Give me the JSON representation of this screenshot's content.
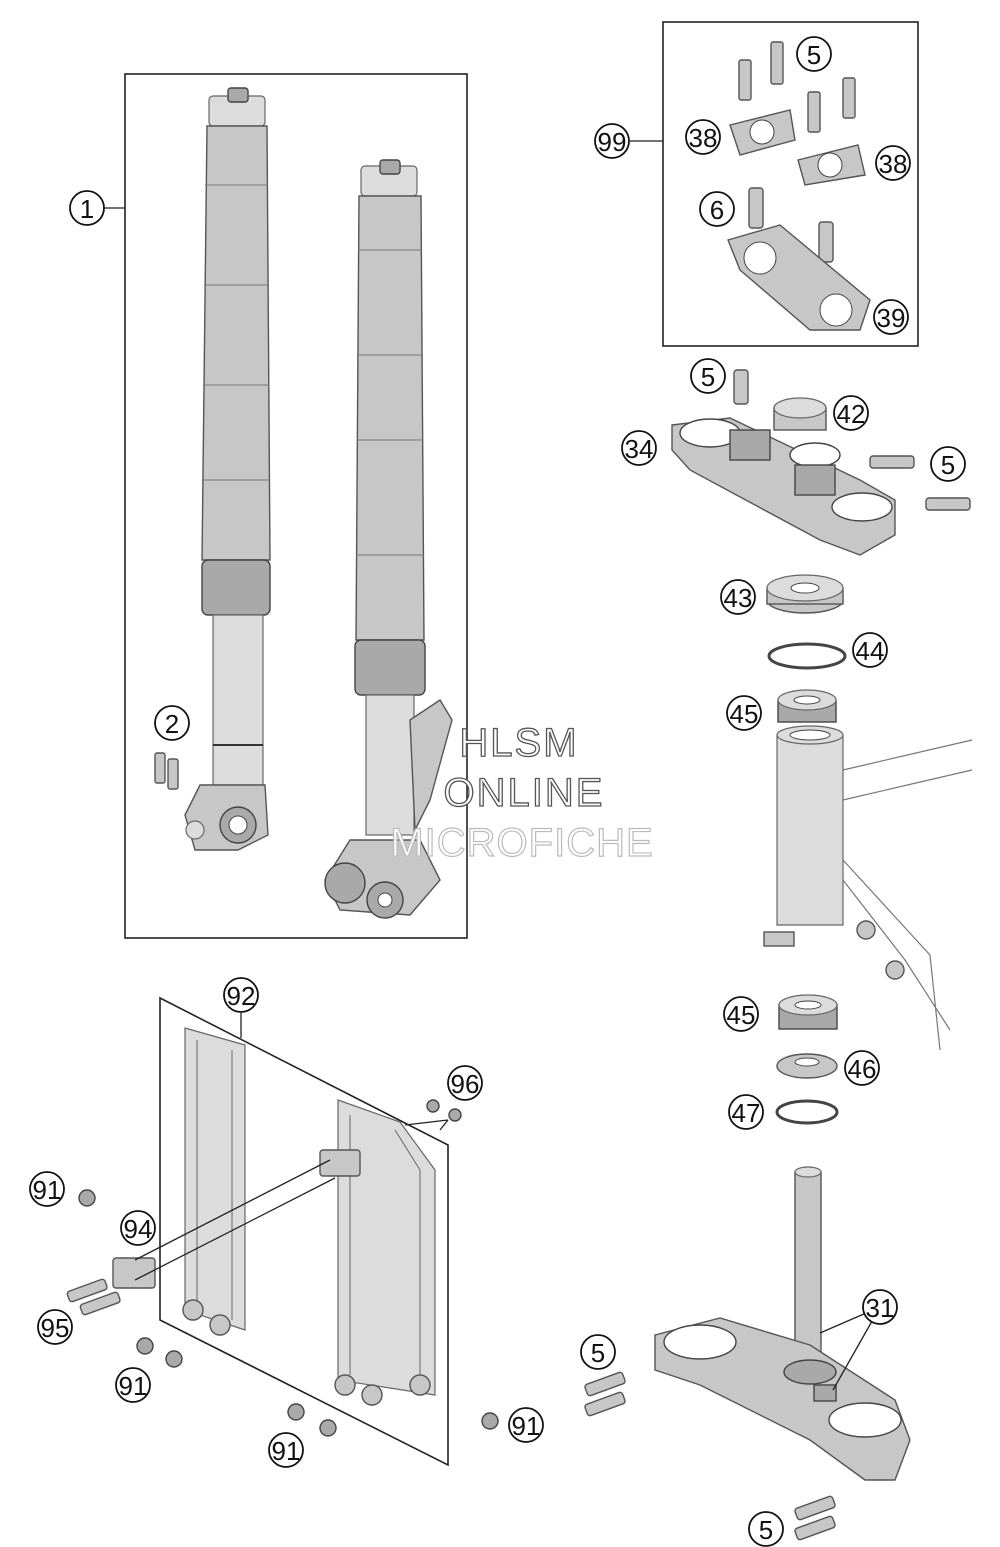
{
  "watermark": {
    "line1": "HLSM",
    "line2": "ONLINE",
    "line3": "MICROFICHE"
  },
  "callouts": {
    "c1": "1",
    "c2": "2",
    "c5a": "5",
    "c99": "99",
    "c38a": "38",
    "c38b": "38",
    "c6": "6",
    "c39": "39",
    "c5b": "5",
    "c42": "42",
    "c34": "34",
    "c5c": "5",
    "c43": "43",
    "c44": "44",
    "c45a": "45",
    "c45b": "45",
    "c46": "46",
    "c47": "47",
    "c92": "92",
    "c96": "96",
    "c91a": "91",
    "c94": "94",
    "c95": "95",
    "c91b": "91",
    "c91c": "91",
    "c91d": "91",
    "c31": "31",
    "c5d": "5",
    "c5e": "5"
  }
}
